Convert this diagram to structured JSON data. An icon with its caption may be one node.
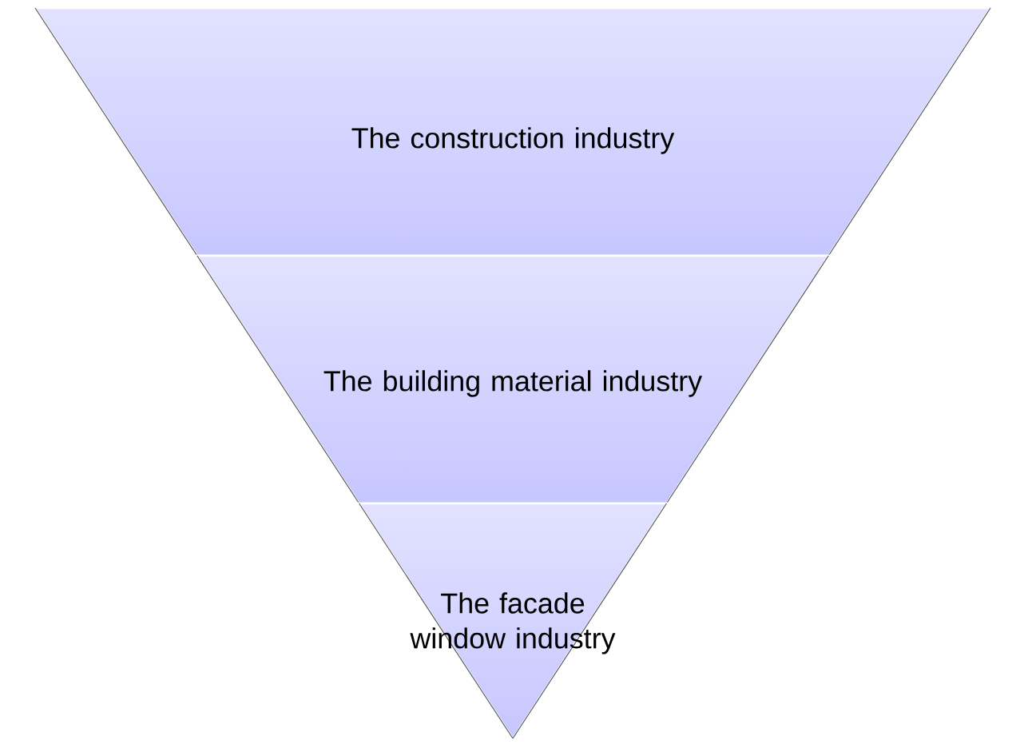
{
  "diagram": {
    "nodes": [
      {
        "text": [
          "The construction industry"
        ]
      },
      {
        "text": [
          "The building material industry"
        ]
      },
      {
        "text": [
          "The facade window industry"
        ]
      }
    ]
  }
}
